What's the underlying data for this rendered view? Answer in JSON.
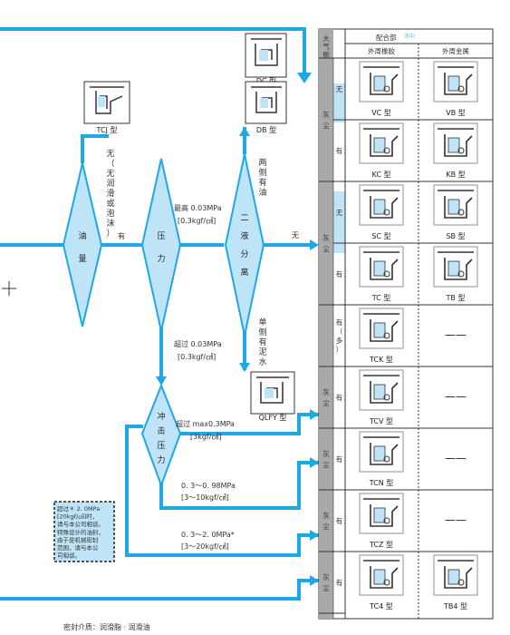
{
  "footer": "密封介质：润滑脂 · 润滑油",
  "diamonds": {
    "oil": [
      "油",
      "量"
    ],
    "pressure": [
      "压",
      "力"
    ],
    "liquid": [
      "二",
      "液",
      "分",
      "离"
    ],
    "impact": [
      "冲",
      "击",
      "压",
      "力"
    ]
  },
  "seals": {
    "tcj": "TCJ 型",
    "dc": "DC 型",
    "db": "DB 型",
    "qlfy": "QLFY 型"
  },
  "branches": {
    "oil_none": [
      "无",
      "（",
      "无",
      "润",
      "滑",
      "或",
      "泡",
      "沫",
      "）"
    ],
    "oil_yes": "有",
    "p_low_1": "最高 0.03MPa",
    "p_low_2": "[0.3kgf/㎠]",
    "p_high_1": "超过 0.03MPa",
    "p_high_2": "[0.3kgf/㎠]",
    "two_sides": [
      "两",
      "侧",
      "有",
      "油"
    ],
    "liquid_none": "无",
    "one_side": [
      "单",
      "侧",
      "有",
      "泥",
      "水"
    ],
    "imp_max_1": "超过 max0.3MPa",
    "imp_max_2": "[3kgf/㎠]",
    "imp_mid_1": "0. 3～0. 98MPa",
    "imp_mid_2": "[3～10kgf/㎠]",
    "imp_low_1": "0. 3～2. 0MPa*",
    "imp_low_2": "[3～20kgf/㎠]"
  },
  "note_lines": [
    "超过＊ 2. 0MPa",
    "[20kgf/㎠]时，",
    "请与本公司相谈。",
    "特殊设计的油封，",
    "由于是机械密封",
    "范围，请与本公",
    "司相谈。"
  ],
  "table": {
    "header_side": [
      "大",
      "气",
      "侧"
    ],
    "header_part": "配合部",
    "header_part_mark": "注(1)",
    "col_rubber": "外周橡胶",
    "col_metal": "外周金属",
    "groups": [
      {
        "label": [
          "灰",
          "尘"
        ],
        "subs": [
          {
            "label": [
              "无"
            ]
          },
          {
            "label": [
              "有"
            ]
          }
        ]
      },
      {
        "label": [
          "灰",
          "尘"
        ],
        "subs": [
          {
            "label": [
              "无"
            ]
          },
          {
            "label": [
              "有"
            ]
          }
        ]
      },
      {
        "label": [],
        "subs": [
          {
            "label": [
              "有",
              "（",
              "多",
              "）"
            ]
          }
        ]
      },
      {
        "label": [
          "灰",
          "尘"
        ],
        "subs": [
          {
            "label": [
              "有"
            ]
          }
        ]
      },
      {
        "label": [
          "灰",
          "尘"
        ],
        "subs": [
          {
            "label": [
              "有"
            ]
          }
        ]
      },
      {
        "label": [
          "灰",
          "尘"
        ],
        "subs": [
          {
            "label": [
              "有"
            ]
          }
        ]
      },
      {
        "label": [
          "灰",
          "尘"
        ],
        "subs": [
          {
            "label": [
              "有"
            ]
          }
        ]
      }
    ],
    "rows": [
      {
        "rubber": "VC 型",
        "metal": "VB 型"
      },
      {
        "rubber": "KC 型",
        "metal": "KB 型"
      },
      {
        "rubber": "SC 型",
        "metal": "SB 型"
      },
      {
        "rubber": "TC 型",
        "metal": "TB 型"
      },
      {
        "rubber": "TCK 型",
        "metal": "——"
      },
      {
        "rubber": "TCV 型",
        "metal": "——"
      },
      {
        "rubber": "TCN 型",
        "metal": "——"
      },
      {
        "rubber": "TCZ 型",
        "metal": "——"
      },
      {
        "rubber": "TC4 型",
        "metal": "TB4 型"
      }
    ]
  },
  "colors": {
    "flow": "#1fa7e8",
    "diamond_fill": "#bfe4f7",
    "table_band": "#a9a9a9",
    "highlight": "#bfe4f7"
  }
}
